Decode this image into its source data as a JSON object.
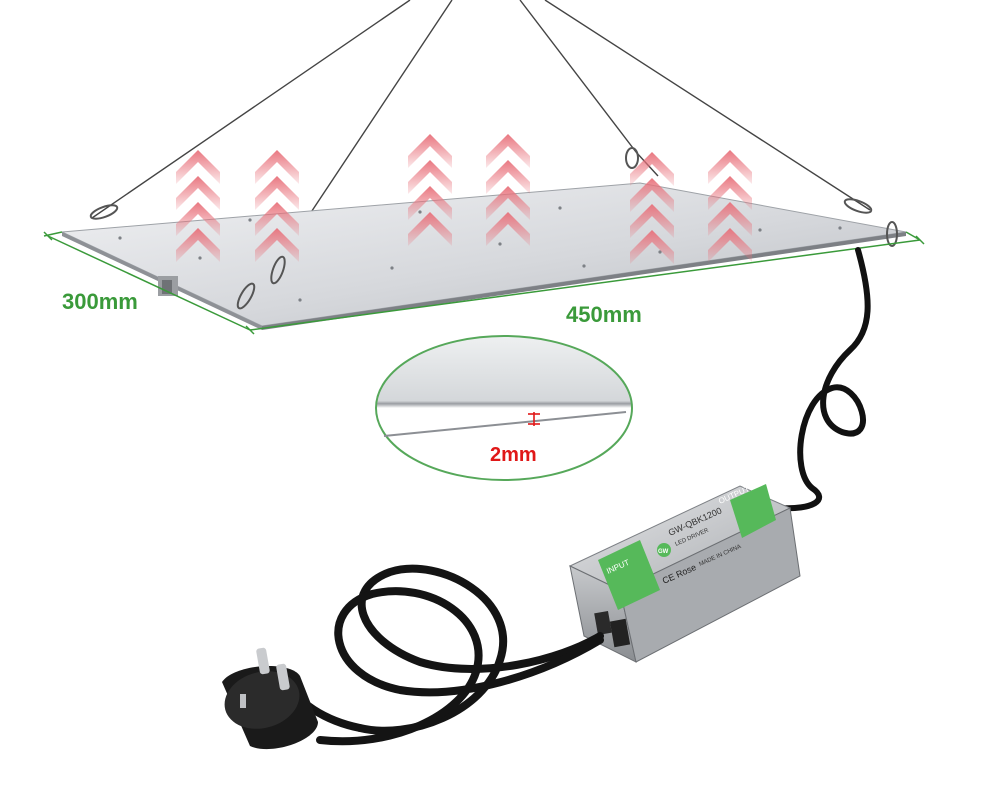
{
  "dimensions": {
    "width_label": "300mm",
    "length_label": "450mm",
    "thickness_label": "2mm"
  },
  "driver": {
    "model_text": "GW-QBK1200",
    "subtitle_text": "LED DRIVER",
    "input_label": "INPUT",
    "output_label": "OUTPUT",
    "cert_text": "CE Rose",
    "origin_text": "MADE IN CHINA",
    "logo_text": "GW"
  },
  "colors": {
    "dimension_green": "#3a9a3a",
    "thickness_red": "#e01818",
    "arrow_red": "#e8707a",
    "driver_green": "#56b95a",
    "cable": "#111111"
  },
  "icons": {
    "heat": "heat-arrow-icon",
    "plug": "eu-plug-icon"
  }
}
